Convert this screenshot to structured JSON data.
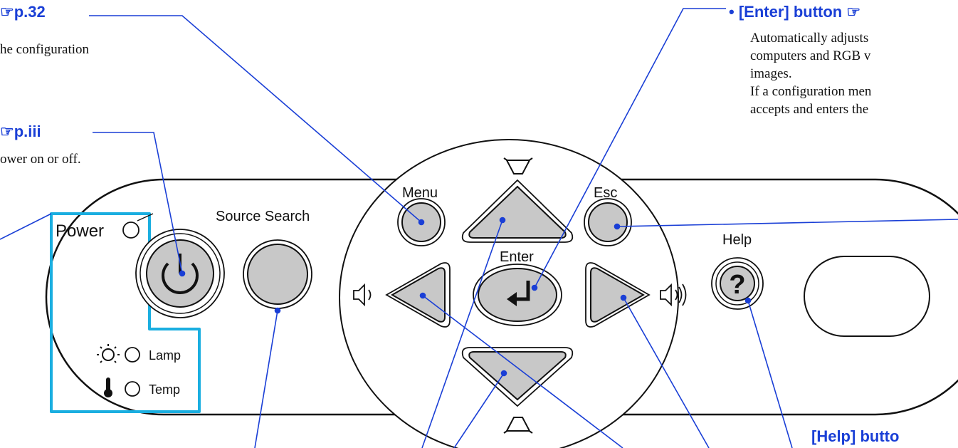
{
  "callouts": {
    "menu_ref": "p.32",
    "menu_desc": "he configuration",
    "power_ref": "p.iii",
    "power_desc": "ower on or off.",
    "enter_heading": "[Enter] button",
    "enter_desc_1": "Automatically adjusts",
    "enter_desc_2": "computers and RGB v",
    "enter_desc_3": "images.",
    "enter_desc_4": "If a configuration men",
    "enter_desc_5": "accepts and enters the",
    "help_heading": "[Help] butto"
  },
  "panel": {
    "power_label": "Power",
    "source_search_label": "Source Search",
    "menu_label": "Menu",
    "esc_label": "Esc",
    "enter_label": "Enter",
    "help_label": "Help",
    "help_glyph": "?",
    "lamp_label": "Lamp",
    "temp_label": "Temp"
  },
  "icons": {
    "pointer": "pointing-hand-icon",
    "power": "power-icon",
    "enter": "return-arrow-icon",
    "keystone_up": "keystone-top-icon",
    "keystone_down": "keystone-bottom-icon",
    "volume_down": "speaker-low-icon",
    "volume_up": "speaker-high-icon",
    "lamp": "sun-lamp-icon",
    "temp": "thermometer-icon"
  },
  "colors": {
    "leader_line": "#1a3fd6",
    "indicator_highlight": "#1aaee0",
    "button_fill": "#c8c8c8",
    "outline": "#111111"
  }
}
